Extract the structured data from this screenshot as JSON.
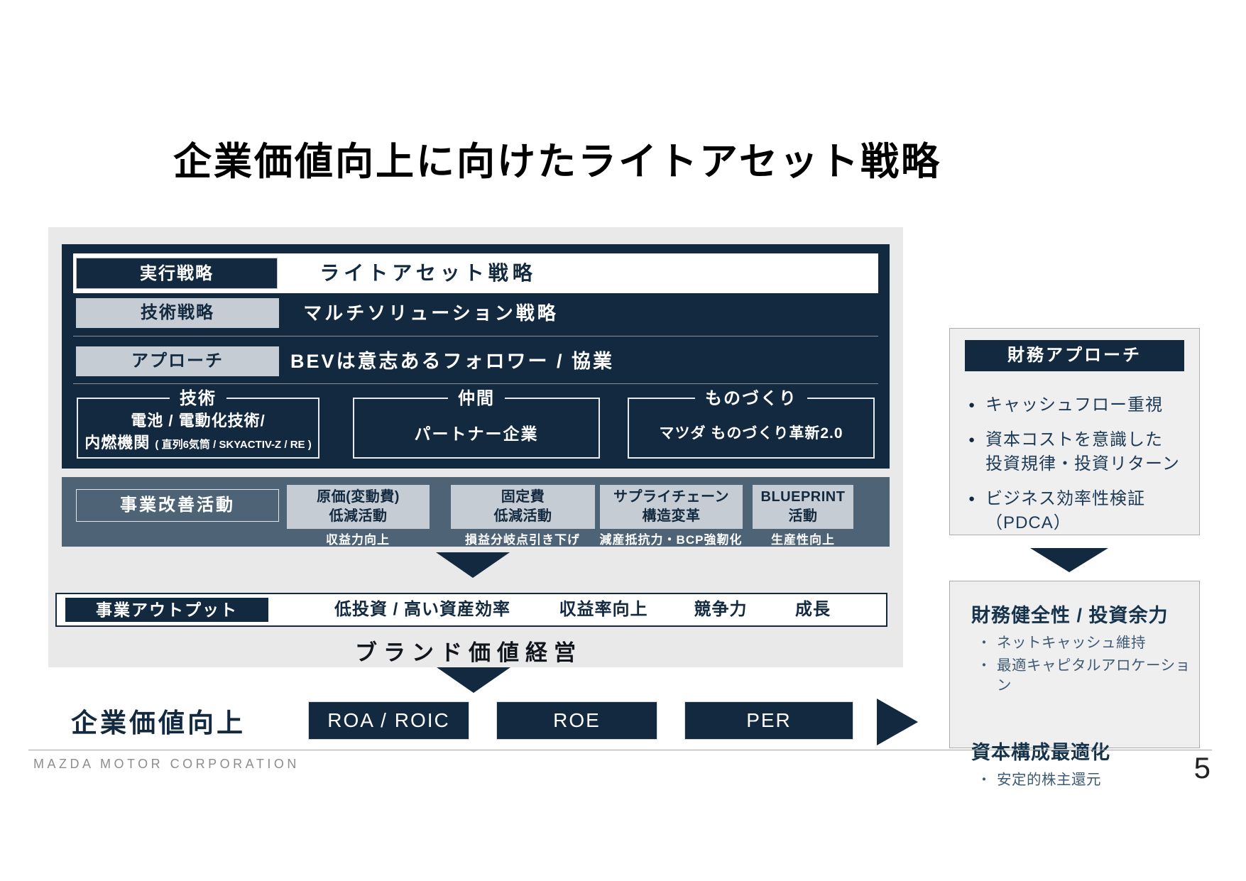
{
  "page": {
    "title": "企業価値向上に向けたライトアセット戦略",
    "footer": "MAZDA MOTOR CORPORATION",
    "page_number": "5"
  },
  "colors": {
    "navy": "#13293f",
    "band_slate": "#4e6376",
    "light_box": "#c5ccd4",
    "container_bg": "#e9e9ea",
    "panel_bg": "#f0eff0"
  },
  "icons": {
    "bullet_dot": "●",
    "bullet_small": "・"
  },
  "strategy": {
    "rows": [
      {
        "label": "実行戦略",
        "value": "ライトアセット戦略"
      },
      {
        "label": "技術戦略",
        "value": "マルチソリューション戦略"
      },
      {
        "label": "アプローチ",
        "value": "BEVは意志あるフォロワー / 協業"
      }
    ],
    "pillars": [
      {
        "title": "技術",
        "line1": "電池 / 電動化技術/",
        "line2_main": "内燃機関",
        "line2_note": "( 直列6気筒 / SKYACTIV-Z / RE )"
      },
      {
        "title": "仲間",
        "body": "パートナー企業"
      },
      {
        "title": "ものづくり",
        "body": "マツダ ものづくり革新2.0"
      }
    ]
  },
  "improvement": {
    "label": "事業改善活動",
    "items": [
      {
        "title": "原価(変動費)\n低減活動",
        "caption": "収益力向上"
      },
      {
        "title": "固定費\n低減活動",
        "caption": "損益分岐点引き下げ"
      },
      {
        "title": "サプライチェーン\n構造変革",
        "caption": "減産抵抗力・BCP強靭化"
      },
      {
        "title": "BLUEPRINT\n活動",
        "caption": "生産性向上"
      }
    ]
  },
  "output": {
    "label": "事業アウトプット",
    "items": [
      "低投資 / 高い資産効率",
      "収益率向上",
      "競争力",
      "成長"
    ],
    "brand": "ブランド価値経営"
  },
  "corporate": {
    "label": "企業価値向上",
    "metrics": [
      "ROA / ROIC",
      "ROE",
      "PER"
    ]
  },
  "finance_approach": {
    "header": "財務アプローチ",
    "bullets": [
      "キャッシュフロー重視",
      "資本コストを意識した\n投資規律・投資リターン",
      "ビジネス効率性検証\n（PDCA）"
    ]
  },
  "finance_bottom": {
    "sections": [
      {
        "heading": "財務健全性 / 投資余力",
        "bullets": [
          "ネットキャッシュ維持",
          "最適キャピタルアロケーション"
        ]
      },
      {
        "heading": "資本構成最適化",
        "bullets": [
          "安定的株主還元"
        ]
      }
    ]
  }
}
